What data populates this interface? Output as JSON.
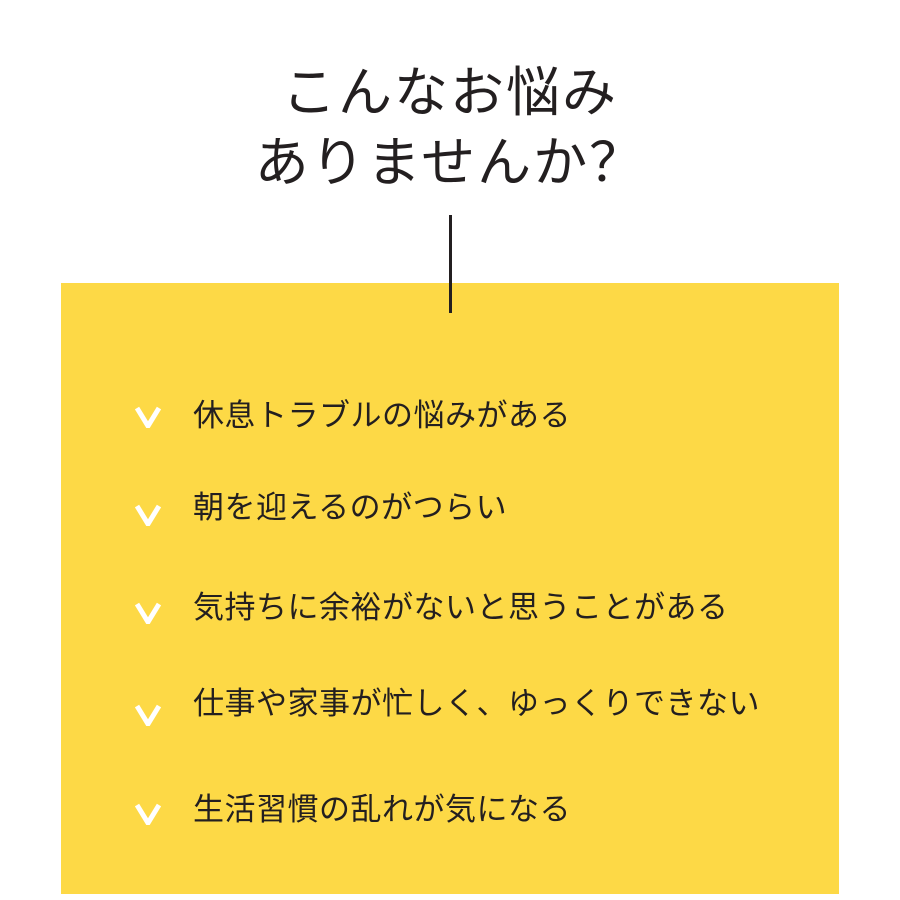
{
  "headline": {
    "line1": "こんなお悩み",
    "line2": "ありませんか？"
  },
  "colors": {
    "panel_background": "#fdd946",
    "text": "#231f20",
    "check_icon": "#ffffff",
    "page_background": "#ffffff"
  },
  "checklist": {
    "items": [
      {
        "icon": "check-icon",
        "label": "休息トラブルの悩みがある"
      },
      {
        "icon": "check-icon",
        "label": "朝を迎えるのがつらい"
      },
      {
        "icon": "check-icon",
        "label": "気持ちに余裕がないと思うことがある"
      },
      {
        "icon": "check-icon",
        "label": "仕事や家事が忙しく、ゆっくりできない"
      },
      {
        "icon": "check-icon",
        "label": "生活習慣の乱れが気になる"
      }
    ]
  }
}
